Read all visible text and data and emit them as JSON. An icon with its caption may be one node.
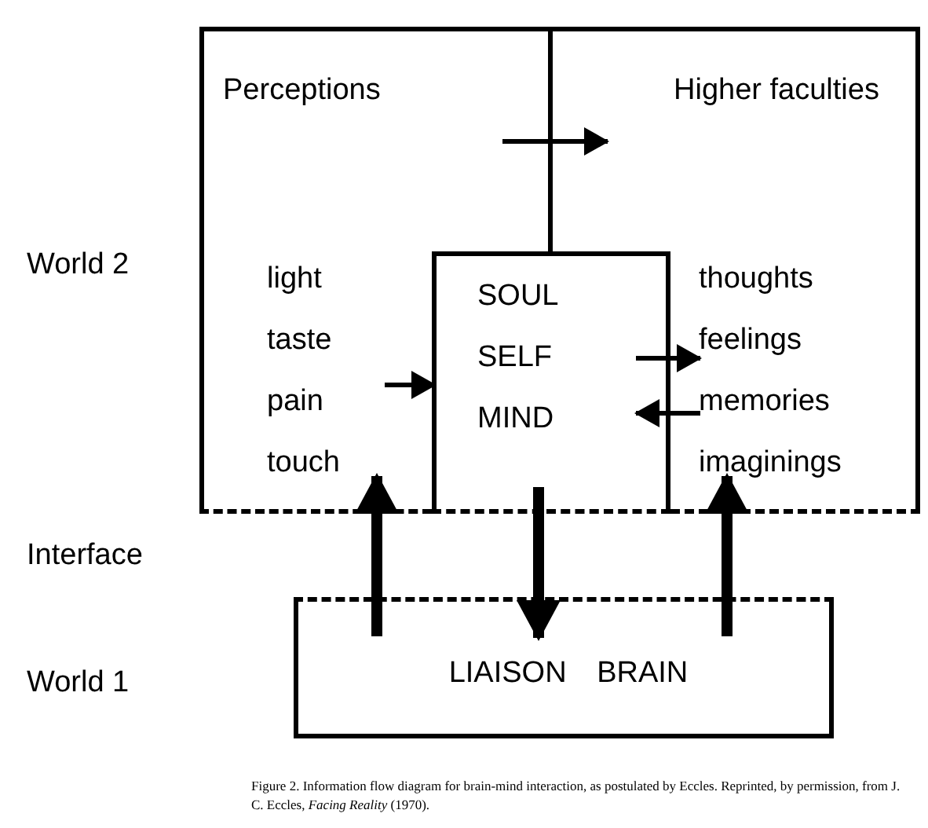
{
  "diagram": {
    "caption": "Figure 2. Information flow diagram for brain-mind interaction, as postulated by Eccles. Reprinted, by permission, from J. C. Eccles, *Facing Reality* (1970).",
    "nodes": [
      {
        "text": [
          "Perceptions",
          "light taste pain touch"
        ]
      },
      {
        "text": [
          "Higher faculties",
          "thoughts feelings memories imaginings"
        ]
      },
      {
        "text": [
          "SOUL SELF MIND"
        ]
      },
      {
        "text": [
          "LIAISON BRAIN"
        ]
      }
    ],
    "edges": [
      {
        "from": 0,
        "to": 1,
        "arrow": "to"
      },
      {
        "from": 0,
        "to": 2,
        "arrow": "to"
      },
      {
        "from": 2,
        "to": 1,
        "arrow": "to"
      },
      {
        "from": 1,
        "to": 2,
        "arrow": "to"
      },
      {
        "from": 3,
        "to": 0,
        "arrow": "to",
        "style": "thick"
      },
      {
        "from": 2,
        "to": 3,
        "arrow": "to",
        "style": "thick"
      },
      {
        "from": 3,
        "to": 1,
        "arrow": "to",
        "style": "thick"
      }
    ],
    "labels": [
      "World 2",
      "Interface",
      "World 1"
    ]
  }
}
